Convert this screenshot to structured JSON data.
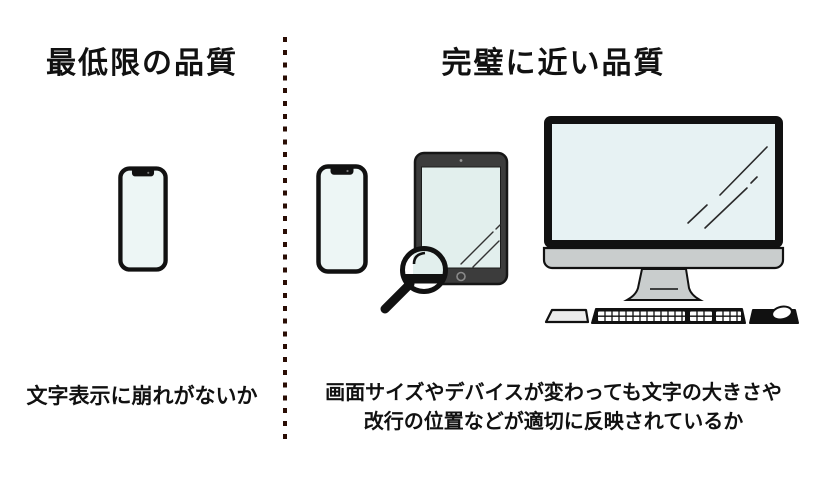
{
  "diagram": {
    "left": {
      "title": "最低限の品質",
      "caption": "文字表示に崩れがないか",
      "icons": [
        "smartphone-icon"
      ]
    },
    "right": {
      "title": "完璧に近い品質",
      "caption_line1": "画面サイズやデバイスが変わっても文字の大きさや",
      "caption_line2": "改行の位置などが適切に反映されているか",
      "icons": [
        "smartphone-icon",
        "tablet-icon",
        "magnifier-icon",
        "desktop-computer-icon",
        "trackpad-icon",
        "keyboard-icon",
        "mouse-icon"
      ]
    },
    "divider_style": "vertical-dashed",
    "colors": {
      "background": "#ffffff",
      "text": "#111111",
      "divider": "#2a0d04",
      "screen_tint": "#e7f2f1",
      "device_dark": "#111111",
      "tablet_body": "#3c3c3c",
      "stand_gray": "#c9cdcd"
    }
  }
}
